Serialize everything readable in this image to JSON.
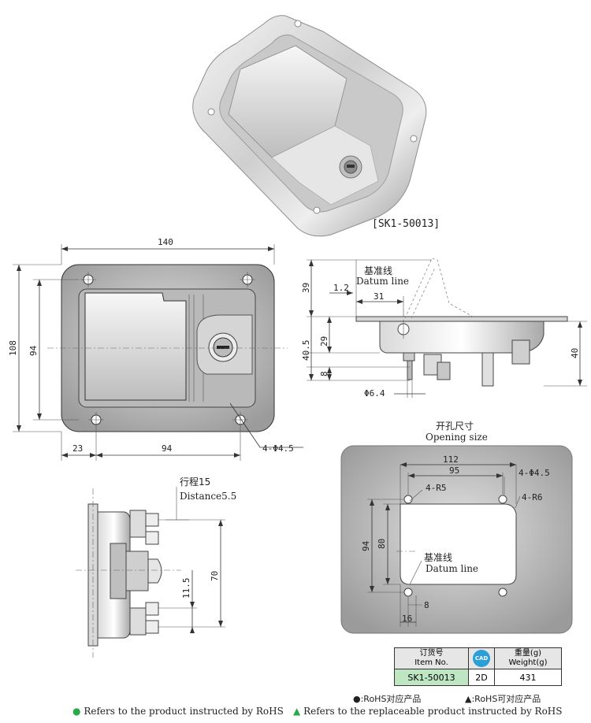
{
  "product": {
    "code_label": "[SK1-50013]"
  },
  "front_view": {
    "dim_width": "140",
    "dim_height": "108",
    "dim_inner_height": "94",
    "dim_hole_offset": "23",
    "dim_hole_spacing": "94",
    "hole_callout": "4-Φ4.5"
  },
  "side_view": {
    "datum_cn": "基准线",
    "datum_en": "Datum line",
    "dim_1_2": "1.2",
    "dim_31": "31",
    "dim_39": "39",
    "dim_29": "29",
    "dim_40_5": "40.5",
    "dim_8": "8",
    "dim_40": "40",
    "dim_phi": "Φ6.4"
  },
  "rear_view": {
    "travel_cn": "行程15",
    "travel_en": "Distance5.5",
    "dim_11_5": "11.5",
    "dim_70": "70"
  },
  "opening": {
    "title_cn": "开孔尺寸",
    "title_en": "Opening size",
    "dim_112": "112",
    "dim_95": "95",
    "dim_94": "94",
    "dim_80": "80",
    "dim_8": "8",
    "dim_16": "16",
    "r5": "4-R5",
    "r6": "4-R6",
    "holes": "4-Φ4.5",
    "datum_cn": "基准线",
    "datum_en": "Datum line"
  },
  "table": {
    "h_item_cn": "订货号",
    "h_item_en": "Item No.",
    "cad_badge": "CAD",
    "h_weight_cn": "重量(g)",
    "h_weight_en": "Weight(g)",
    "item_no": "SK1-50013",
    "cad_type": "2D",
    "weight": "431"
  },
  "notes": {
    "rohs_cn": "●:RoHS对应产品",
    "rohs_cn_replace": "▲:RoHS可对应产品",
    "rohs_en": "Refers to the product instructed by RoHS",
    "rohs_en_replace": "Refers to the replaceable product instructed by RoHS"
  },
  "colors": {
    "rohs_green": "#2aa84a",
    "table_code_bg": "#bfe6c2",
    "cad_badge": "#2b9fd8"
  }
}
